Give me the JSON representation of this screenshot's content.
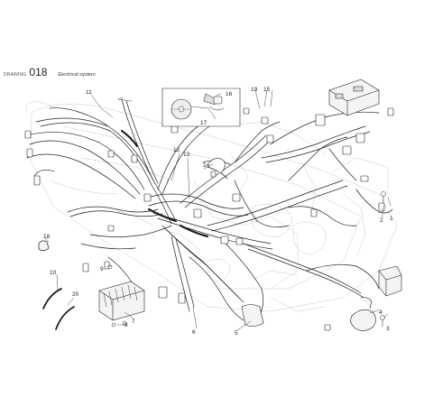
{
  "header": {
    "drawing_label": "DRAWING",
    "drawing_number": "018",
    "section_title": "Electrical system"
  },
  "callouts": {
    "c1": "1",
    "c2": "2",
    "c3": "3",
    "c4": "4",
    "c5": "5",
    "c6": "6",
    "c7": "7",
    "c8": "8",
    "c9": "9",
    "c10": "10",
    "c11": "11",
    "c12": "12",
    "c13": "13",
    "c14": "14",
    "c15": "15",
    "c16": "16",
    "c17": "17",
    "c18": "18",
    "c19": "19",
    "c20": "20"
  }
}
